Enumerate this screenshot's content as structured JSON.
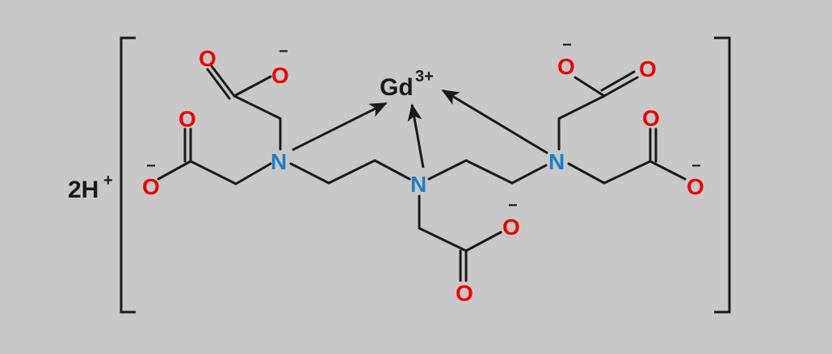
{
  "counter_ion": {
    "text": "2H",
    "charge": "+"
  },
  "metal": {
    "text": "Gd",
    "charge": "3+"
  },
  "atoms": {
    "nitrogen": "N",
    "oxygen": "O",
    "anion_charge": "−"
  },
  "colors": {
    "background": "#c9c8c9",
    "bond": "#1a1a1a",
    "nitrogen": "#1f7fc4",
    "oxygen": "#ee0000",
    "metal": "#1a1a1a"
  }
}
